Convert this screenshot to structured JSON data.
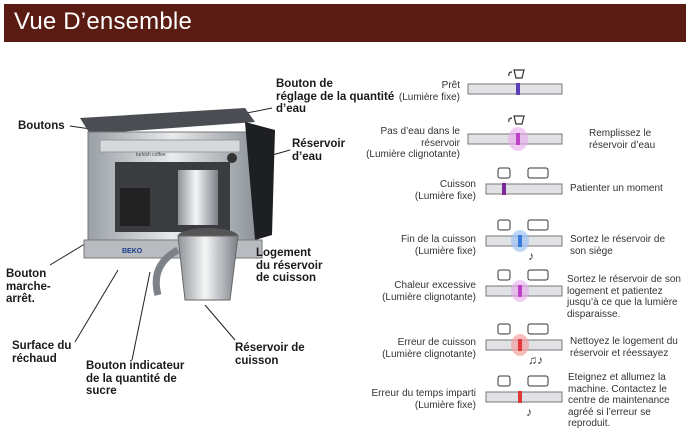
{
  "header": {
    "title": "Vue D’ensemble",
    "bg_color": "#5a1c12"
  },
  "machine": {
    "brand": "BEKO",
    "panel_text": "turkish coffee"
  },
  "callouts": {
    "water_button": [
      "Bouton de",
      "réglage de la quantité",
      "d’eau"
    ],
    "buttons": [
      "Boutons"
    ],
    "reservoir": [
      "Réservoir",
      "d’eau"
    ],
    "power": [
      "Bouton",
      "marche-",
      "arrêt."
    ],
    "pot_housing": [
      "Logement",
      "du réservoir",
      "de cuisson"
    ],
    "hotplate": [
      "Surface du",
      "réchaud"
    ],
    "sugar": [
      "Bouton indicateur",
      "de la quantité de",
      "sucre"
    ],
    "pot": [
      "Réservoir de",
      "cuisson"
    ]
  },
  "states": [
    {
      "label": [
        "Prêt",
        "(Lumière fixe)"
      ],
      "action": [],
      "light": "#5a3fb8",
      "icon": "pot-icon"
    },
    {
      "label": [
        "Pas d’eau dans le",
        "réservoir",
        "(Lumière clignotante)"
      ],
      "action": [
        "Remplissez le",
        "réservoir d’eau"
      ],
      "light": "#c040c8",
      "icon": "pot-icon"
    },
    {
      "label": [
        "Cuisson",
        "(Lumière fixe)"
      ],
      "action": [
        "Patienter un moment"
      ],
      "light": "#7a2a9a",
      "icon": "cups-icon"
    },
    {
      "label": [
        "Fin de la cuisson",
        "(Lumière fixe)"
      ],
      "action": [
        "Sortez le réservoir de",
        "son siège"
      ],
      "light": "#3a7ad8",
      "icon": "cups-icon"
    },
    {
      "label": [
        "Chaleur excessive",
        "(Lumière clignotante)"
      ],
      "action": [
        "Sortez le réservoir de son",
        "logement et patientez",
        "jusqu’à ce que la lumière",
        "disparaisse."
      ],
      "light": "#c040c8",
      "icon": "cups-icon"
    },
    {
      "label": [
        "Erreur de cuisson",
        "(Lumière clignotante)"
      ],
      "action": [
        "Nettoyez le logement du",
        "réservoir et réessayez"
      ],
      "light": "#e03a3a",
      "icon": "cups-icon"
    },
    {
      "label": [
        "Erreur du temps imparti",
        "(Lumière fixe)"
      ],
      "action": [
        "Eteignez et allumez la",
        "machine. Contactez le",
        "centre de maintenance",
        "agréé si l’erreur se",
        "reproduit."
      ],
      "light": "#e03a3a",
      "icon": "cups-icon"
    }
  ]
}
